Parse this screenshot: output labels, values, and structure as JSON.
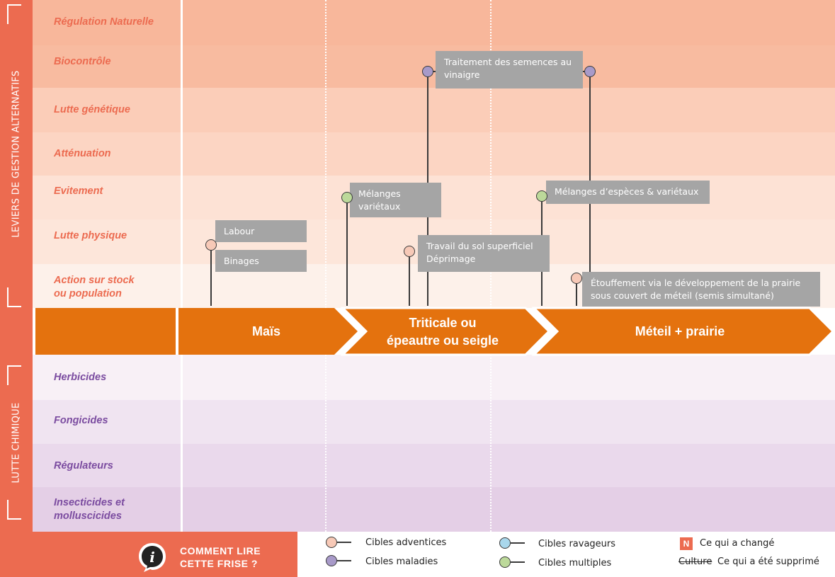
{
  "side": {
    "levers_title": "LEVIERS DE GESTION ALTERNATIFS",
    "chem_title": "LUTTE CHIMIQUE"
  },
  "rows_levers": [
    {
      "label": "Régulation Naturelle",
      "color": "#f8b79b"
    },
    {
      "label": "Biocontrôle",
      "color": "#f8b79b"
    },
    {
      "label": "Lutte génétique",
      "color": "#fbcdb8"
    },
    {
      "label": "Atténuation",
      "color": "#fbcdb8"
    },
    {
      "label": "Evitement",
      "color": "#fde2d5"
    },
    {
      "label": "Lutte physique",
      "color": "#fde2d5"
    },
    {
      "label": "Action sur stock\nou population",
      "color": "#fdf1ea"
    }
  ],
  "rows_chem": [
    {
      "label": "Herbicides",
      "color": "#f8f0f6"
    },
    {
      "label": "Fongicides",
      "color": "#f0e4f1"
    },
    {
      "label": "Régulateurs",
      "color": "#ead9ec"
    },
    {
      "label": "Insecticides et\nmolluscicides",
      "color": "#e4cfe6"
    }
  ],
  "crops": [
    {
      "label": "Maïs"
    },
    {
      "label": "Triticale ou\népeautre ou seigle"
    },
    {
      "label": "Méteil + prairie"
    }
  ],
  "timeline_color": "#e4720e",
  "levers": {
    "traitement": "Traitement des semences au vinaigre",
    "melanges_var": "Mélanges variétaux",
    "melanges_esp": "Mélanges d’espèces & variétaux",
    "labour": "Labour",
    "binages": "Binages",
    "travail_sol": "Travail du sol superficiel\nDéprimage",
    "etouffement": "Étouffement via le développement de la prairie\nsous couvert de méteil (semis simultané)"
  },
  "legend": {
    "how_line1": "COMMENT LIRE",
    "how_line2": "CETTE FRISE ?",
    "info_glyph": "i",
    "adventices": "Cibles adventices",
    "maladies": "Cibles maladies",
    "ravageurs": "Cibles ravageurs",
    "multiples": "Cibles multiples",
    "n_badge": "N",
    "changed": "Ce qui a changé",
    "culture_word": "Culture",
    "removed": "Ce qui a été supprimé"
  },
  "colors": {
    "accent": "#ec6b50",
    "target_adventices": "#f7c9b7",
    "target_maladies": "#a89ac9",
    "target_ravageurs": "#a9d7ec",
    "target_multiples": "#bcd99a",
    "label_box": "#a5a5a5"
  }
}
